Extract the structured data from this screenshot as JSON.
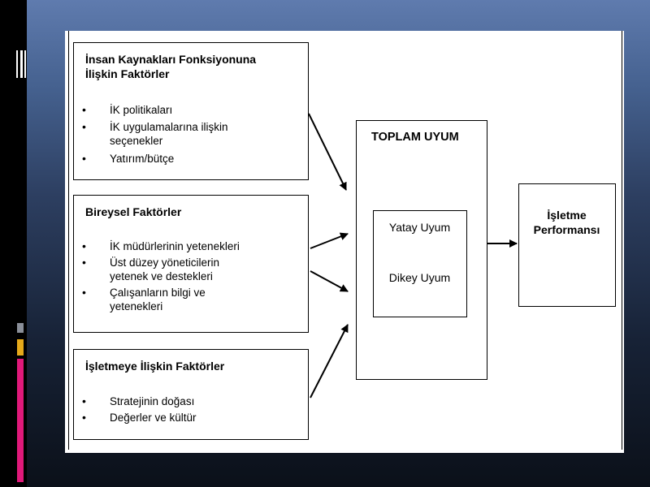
{
  "human_resources_box": {
    "title_line1": "İnsan Kaynakları Fonksiyonuna",
    "title_line2": "İlişkin Faktörler",
    "items": [
      {
        "line1": "İK politikaları",
        "line2": ""
      },
      {
        "line1": "İK uygulamalarına ilişkin",
        "line2": "seçenekler"
      },
      {
        "line1": "Yatırım/bütçe",
        "line2": ""
      }
    ]
  },
  "individual_box": {
    "title": "Bireysel Faktörler",
    "items": [
      {
        "line1": "İK müdürlerinin yetenekleri",
        "line2": ""
      },
      {
        "line1": "Üst düzey yöneticilerin",
        "line2": "yetenek ve destekleri"
      },
      {
        "line1": "Çalışanların bilgi ve",
        "line2": "yetenekleri"
      }
    ]
  },
  "business_box": {
    "title": "İşletmeye İlişkin Faktörler",
    "items": [
      {
        "line1": "Stratejinin doğası",
        "line2": ""
      },
      {
        "line1": "Değerler ve kültür",
        "line2": ""
      }
    ]
  },
  "total_fit_box": {
    "title": "TOPLAM UYUM",
    "inner": {
      "horizontal": "Yatay Uyum",
      "vertical": "Dikey Uyum"
    }
  },
  "performance_box": {
    "line1": "İşletme",
    "line2": "Performansı"
  },
  "bullet_symbol": "•",
  "colors": {
    "accent_gray": "#8a8f99",
    "accent_gold": "#e5a91a",
    "accent_pink": "#e0197a"
  }
}
